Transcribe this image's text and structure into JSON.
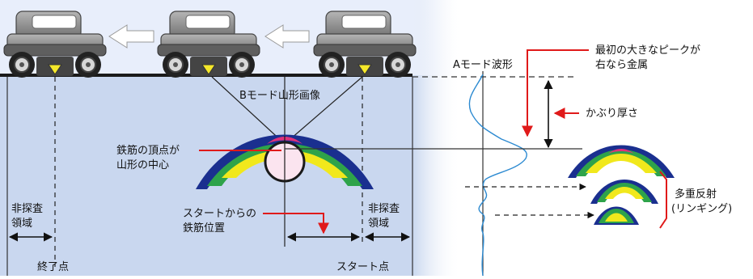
{
  "labels": {
    "a_mode_waveform": "Aモード波形",
    "b_mode_image": "Bモード山形画像",
    "first_peak_metal_line1": "最初の大きなピークが",
    "first_peak_metal_line2": "右なら金属",
    "cover_thickness": "かぶり厚さ",
    "rebar_apex_line1": "鉄筋の頂点が",
    "rebar_apex_line2": "山形の中心",
    "non_scan_left_line1": "非探査",
    "non_scan_left_line2": "領域",
    "non_scan_right_line1": "非探査",
    "non_scan_right_line2": "領域",
    "rebar_position_line1": "スタートからの",
    "rebar_position_line2": "鉄筋位置",
    "end_point": "終了点",
    "start_point": "スタート点",
    "multiple_reflection_line1": "多重反射",
    "multiple_reflection_line2": "(リンギング)"
  },
  "colors": {
    "concrete_panel": "#c9d7ef",
    "sky": "#e8eefb",
    "red_arrow": "#e01a1a",
    "waveform": "#2c8ad1",
    "heat_outer": "#1a2f8f",
    "heat_mid": "#2ea34a",
    "heat_inner": "#f1e81c",
    "heat_core": "#e0307a",
    "rebar_fill": "#fbe4ef"
  },
  "icons": [
    "scanner-device-icon",
    "move-left-arrow-icon",
    "sensor-marker-icon"
  ]
}
